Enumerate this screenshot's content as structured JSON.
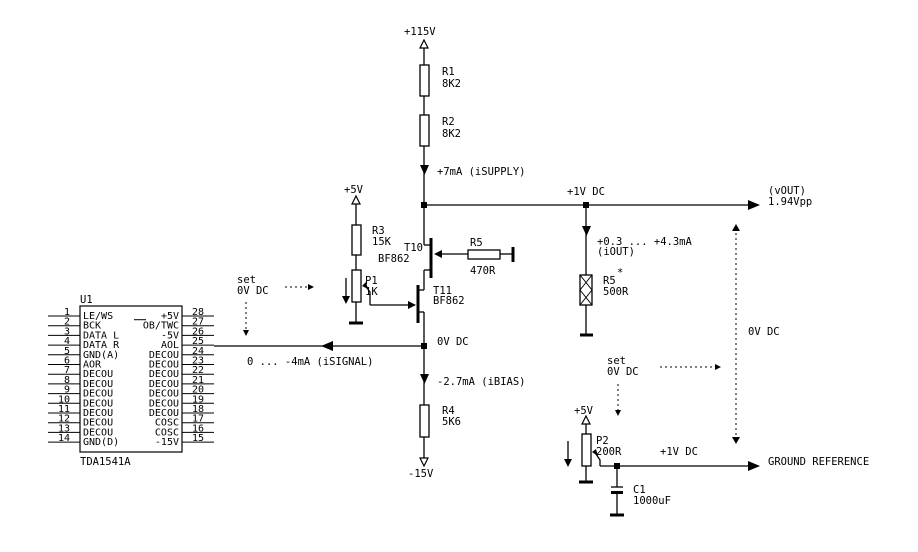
{
  "supply": {
    "top": "+115V",
    "bottom": "-15V",
    "p1_supply": "+5V",
    "p2_supply": "+5V"
  },
  "resistors": {
    "r1": {
      "name": "R1",
      "value": "8K2"
    },
    "r2": {
      "name": "R2",
      "value": "8K2"
    },
    "r3": {
      "name": "R3",
      "value": "15K"
    },
    "r4": {
      "name": "R4",
      "value": "5K6"
    },
    "r5a": {
      "name": "R5",
      "value": "470R"
    },
    "r5b": {
      "name": "R5",
      "value": "500R",
      "mark": "*"
    }
  },
  "pots": {
    "p1": {
      "name": "P1",
      "value": "1K"
    },
    "p2": {
      "name": "P2",
      "value": "200R"
    }
  },
  "transistors": {
    "t10": {
      "name": "T10",
      "type": "BF862"
    },
    "t11": {
      "name": "T11",
      "type": "BF862"
    }
  },
  "capacitor": {
    "name": "C1",
    "value": "1000uF"
  },
  "labels": {
    "isupply": "+7mA (iSUPPLY)",
    "vdc1": "+1V DC",
    "vout1": "(vOUT)",
    "vout2": "1.94Vpp",
    "iout1": "+0.3 ... +4.3mA",
    "iout2": "(iOUT)",
    "set1a": "set",
    "set1b": "0V DC",
    "node0v": "0V DC",
    "isignal": "0 ... -4mA (iSIGNAL)",
    "ibias": "-2.7mA (iBIAS)",
    "ref0v": "0V DC",
    "set2a": "set",
    "set2b": "0V DC",
    "vdc2": "+1V DC",
    "groundref": "GROUND REFERENCE"
  },
  "ic": {
    "ref": "U1",
    "part": "TDA1541A",
    "left_pins": [
      {
        "num": "1",
        "name": "LE/WS"
      },
      {
        "num": "2",
        "name": "BCK"
      },
      {
        "num": "3",
        "name": "DATA L"
      },
      {
        "num": "4",
        "name": "DATA R"
      },
      {
        "num": "5",
        "name": "GND(A)"
      },
      {
        "num": "6",
        "name": "AOR"
      },
      {
        "num": "7",
        "name": "DECOU"
      },
      {
        "num": "8",
        "name": "DECOU"
      },
      {
        "num": "9",
        "name": "DECOU"
      },
      {
        "num": "10",
        "name": "DECOU"
      },
      {
        "num": "11",
        "name": "DECOU"
      },
      {
        "num": "12",
        "name": "DECOU"
      },
      {
        "num": "13",
        "name": "DECOU"
      },
      {
        "num": "14",
        "name": "GND(D)"
      }
    ],
    "right_pins": [
      {
        "num": "28",
        "name": "+5V"
      },
      {
        "num": "27",
        "name": "OB/TWC"
      },
      {
        "num": "26",
        "name": "-5V"
      },
      {
        "num": "25",
        "name": "AOL"
      },
      {
        "num": "24",
        "name": "DECOU"
      },
      {
        "num": "23",
        "name": "DECOU"
      },
      {
        "num": "22",
        "name": "DECOU"
      },
      {
        "num": "21",
        "name": "DECOU"
      },
      {
        "num": "20",
        "name": "DECOU"
      },
      {
        "num": "19",
        "name": "DECOU"
      },
      {
        "num": "18",
        "name": "DECOU"
      },
      {
        "num": "17",
        "name": "COSC"
      },
      {
        "num": "16",
        "name": "COSC"
      },
      {
        "num": "15",
        "name": "-15V"
      }
    ]
  }
}
